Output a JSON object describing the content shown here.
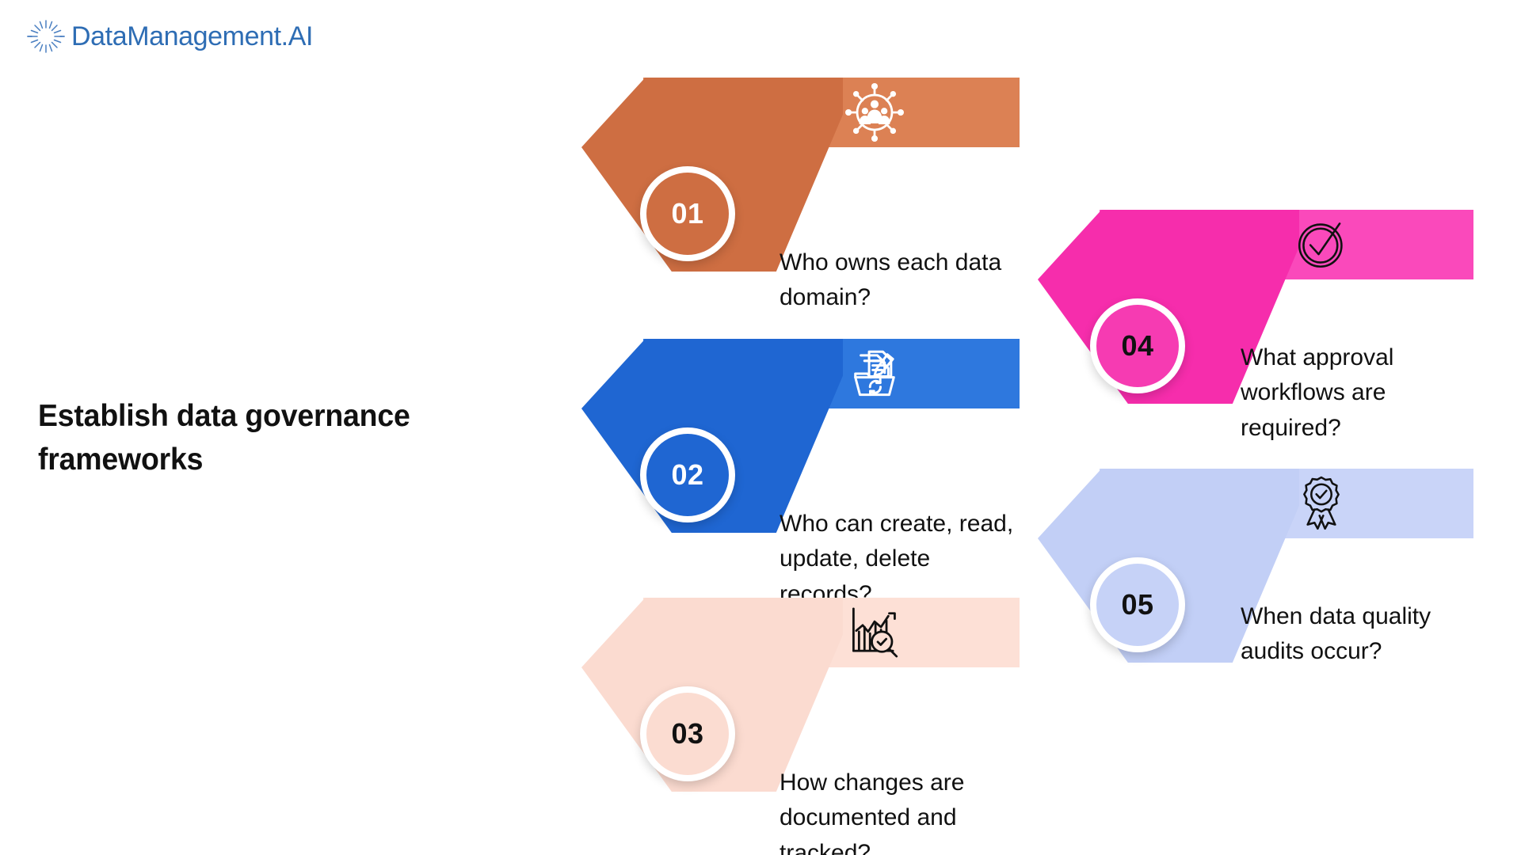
{
  "brand": {
    "logo_icon": "starburst-icon",
    "name": "DataManagement.AI",
    "color": "#2E6DB4"
  },
  "headline": "Establish data governance frameworks",
  "cards": [
    {
      "number": "01",
      "text": "Who owns each data domain?",
      "icon": "stakeholder-network-icon",
      "color_dark": "#CE6E42",
      "color_light": "#DC8154",
      "badge_fill": "#CE6E42",
      "number_color": "#FFFFFF",
      "icon_color": "#FFFFFF"
    },
    {
      "number": "02",
      "text": "Who can create, read, update, delete records?",
      "icon": "document-edit-sync-icon",
      "color_dark": "#1F66D2",
      "color_light": "#2E78DE",
      "badge_fill": "#1F66D2",
      "number_color": "#FFFFFF",
      "icon_color": "#FFFFFF"
    },
    {
      "number": "03",
      "text": "How changes are documented and tracked?",
      "icon": "chart-audit-magnifier-icon",
      "color_dark": "#FBDBD0",
      "color_light": "#FDE0D6",
      "badge_fill": "#FBDCD1",
      "number_color": "#111111",
      "icon_color": "#111111"
    },
    {
      "number": "04",
      "text": "What approval workflows are required?",
      "icon": "circle-check-approval-icon",
      "color_dark": "#F62DAC",
      "color_light": "#FA49BB",
      "badge_fill": "#F63BB2",
      "number_color": "#111111",
      "icon_color": "#111111"
    },
    {
      "number": "05",
      "text": "When data quality audits occur?",
      "icon": "award-ribbon-check-icon",
      "color_dark": "#C2CFF6",
      "color_light": "#C9D4F8",
      "badge_fill": "#C6D2F7",
      "number_color": "#111111",
      "icon_color": "#111111"
    }
  ]
}
